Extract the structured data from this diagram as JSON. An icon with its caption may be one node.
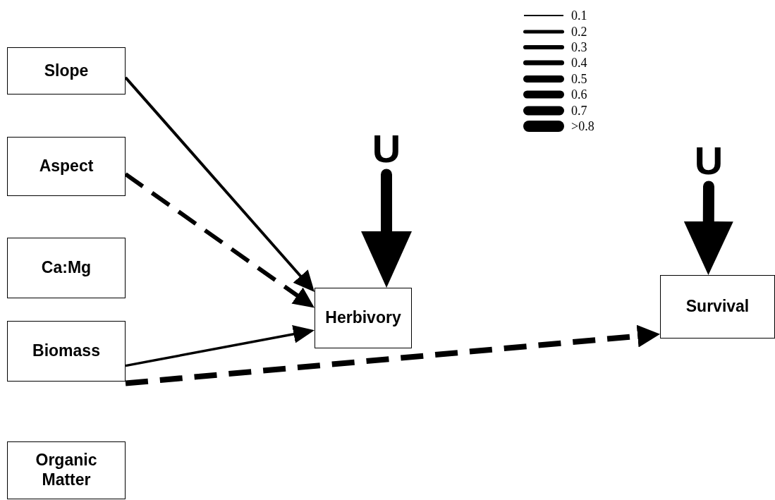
{
  "diagram": {
    "nodes": [
      {
        "text": [
          "Slope"
        ]
      },
      {
        "text": [
          "Aspect"
        ]
      },
      {
        "text": [
          "Ca:Mg"
        ]
      },
      {
        "text": [
          "Biomass"
        ]
      },
      {
        "text": [
          "Organic Matter"
        ]
      },
      {
        "text": [
          "U"
        ]
      },
      {
        "text": [
          "Herbivory"
        ]
      },
      {
        "text": [
          "U"
        ]
      },
      {
        "text": [
          "Survival"
        ]
      }
    ],
    "edges": [
      {
        "from": 0,
        "to": 6,
        "arrow": "to"
      },
      {
        "from": 1,
        "to": 6,
        "arrow": "to",
        "style": "dashed"
      },
      {
        "from": 5,
        "to": 6,
        "arrow": "to",
        "style": "thick"
      },
      {
        "from": 3,
        "to": 6,
        "arrow": "to"
      },
      {
        "from": 3,
        "to": 8,
        "arrow": "to",
        "style": "dashed"
      },
      {
        "from": 7,
        "to": 8,
        "arrow": "to",
        "style": "thick"
      }
    ],
    "legend": [
      {
        "text": "0.1"
      },
      {
        "text": "0.2"
      },
      {
        "text": "0.3"
      },
      {
        "text": "0.4"
      },
      {
        "text": "0.5"
      },
      {
        "text": "0.6"
      },
      {
        "text": "0.7"
      },
      {
        "text": ">0.8"
      }
    ]
  }
}
